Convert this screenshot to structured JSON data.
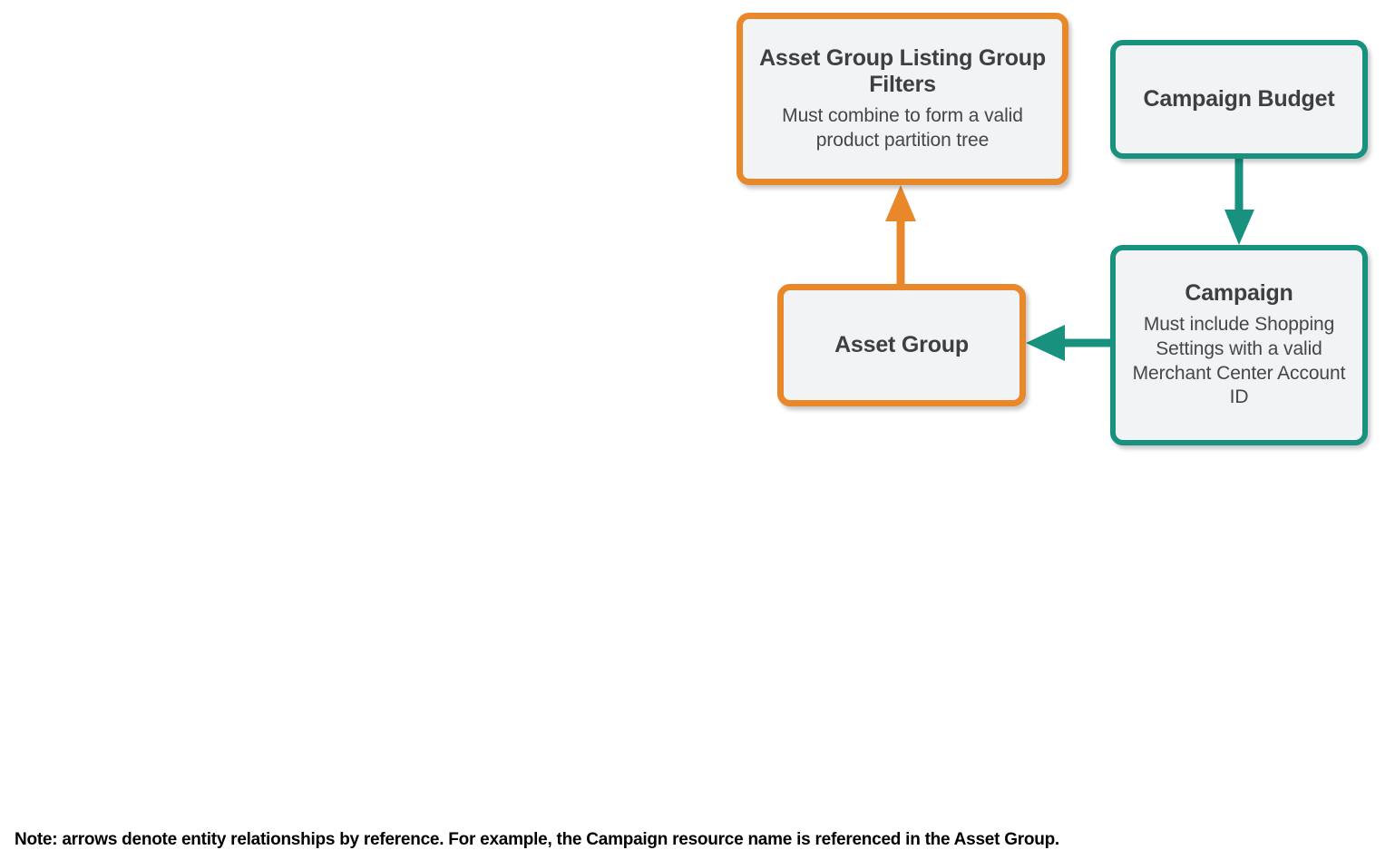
{
  "diagram": {
    "type": "entity-relationship",
    "colors": {
      "orange": "#e8882b",
      "teal": "#18917f",
      "node_fill": "#f1f3f4",
      "title_text": "#3c4043",
      "subtitle_text": "#43474a",
      "footnote_text": "#000000"
    },
    "nodes": [
      {
        "id": "asset-group-listing-group-filters",
        "title": "Asset Group Listing Group Filters",
        "subtitle": "Must combine to form a valid product partition tree",
        "accent": "orange"
      },
      {
        "id": "campaign-budget",
        "title": "Campaign Budget",
        "subtitle": "",
        "accent": "teal"
      },
      {
        "id": "asset-group",
        "title": "Asset Group",
        "subtitle": "",
        "accent": "orange"
      },
      {
        "id": "campaign",
        "title": "Campaign",
        "subtitle": "Must include Shopping Settings with a valid Merchant Center Account ID",
        "accent": "teal"
      }
    ],
    "edges": [
      {
        "id": "asset-group-to-listing-group-filters",
        "from": "asset-group",
        "to": "asset-group-listing-group-filters",
        "direction": "up",
        "color": "orange"
      },
      {
        "id": "campaign-budget-to-campaign",
        "from": "campaign-budget",
        "to": "campaign",
        "direction": "down",
        "color": "teal"
      },
      {
        "id": "campaign-to-asset-group",
        "from": "campaign",
        "to": "asset-group",
        "direction": "left",
        "color": "teal"
      }
    ],
    "footnote": "Note: arrows denote entity relationships by reference. For example, the Campaign resource name is referenced in the Asset Group."
  }
}
